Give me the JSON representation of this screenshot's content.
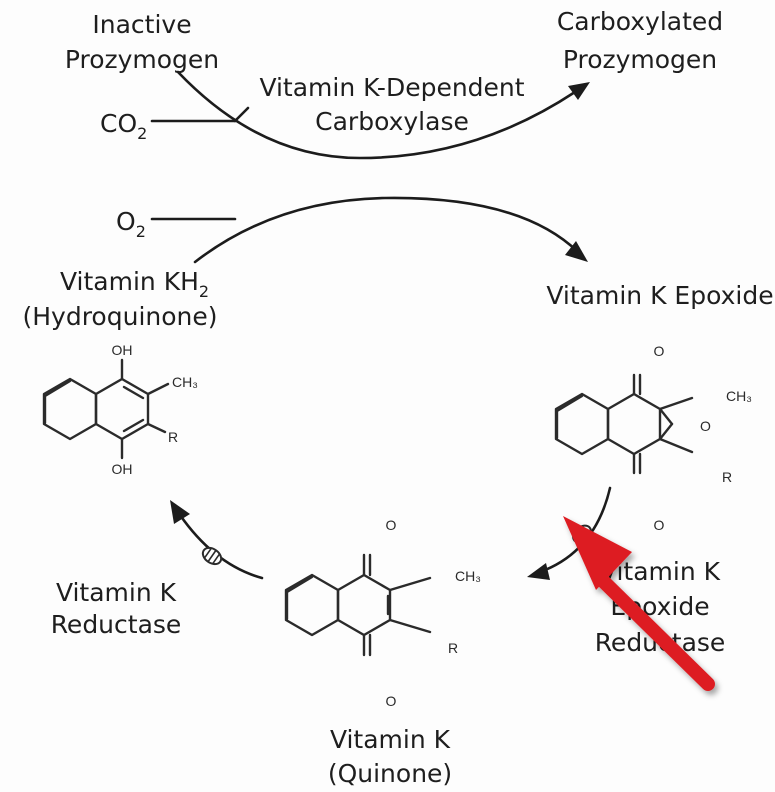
{
  "labels": {
    "inactive_line1": "Inactive",
    "inactive_line2": "Prozymogen",
    "carboxylated_line1": "Carboxylated",
    "carboxylated_line2": "Prozymogen",
    "enzyme_line1": "Vitamin K-Dependent",
    "enzyme_line2": "Carboxylase",
    "co2_base": "CO",
    "co2_sub": "2",
    "o2_base": "O",
    "o2_sub": "2",
    "kh2_base": "Vitamin KH",
    "kh2_sub": "2",
    "hydroquinone": "(Hydroquinone)",
    "epoxide": "Vitamin K Epoxide",
    "reductase_line1": "Vitamin K",
    "reductase_line2": "Reductase",
    "epoxide_reductase_line1": "Vitamin K",
    "epoxide_reductase_line2": "Epoxide",
    "epoxide_reductase_line3": "Reductase",
    "vitk_line1": "Vitamin K",
    "vitk_line2": "(Quinone)"
  },
  "chem": {
    "oh": "OH",
    "o": "O",
    "ch3": "CH₃",
    "r": "R"
  },
  "colors": {
    "ink": "#1e1e1e",
    "pointer": "#dd1f24"
  }
}
